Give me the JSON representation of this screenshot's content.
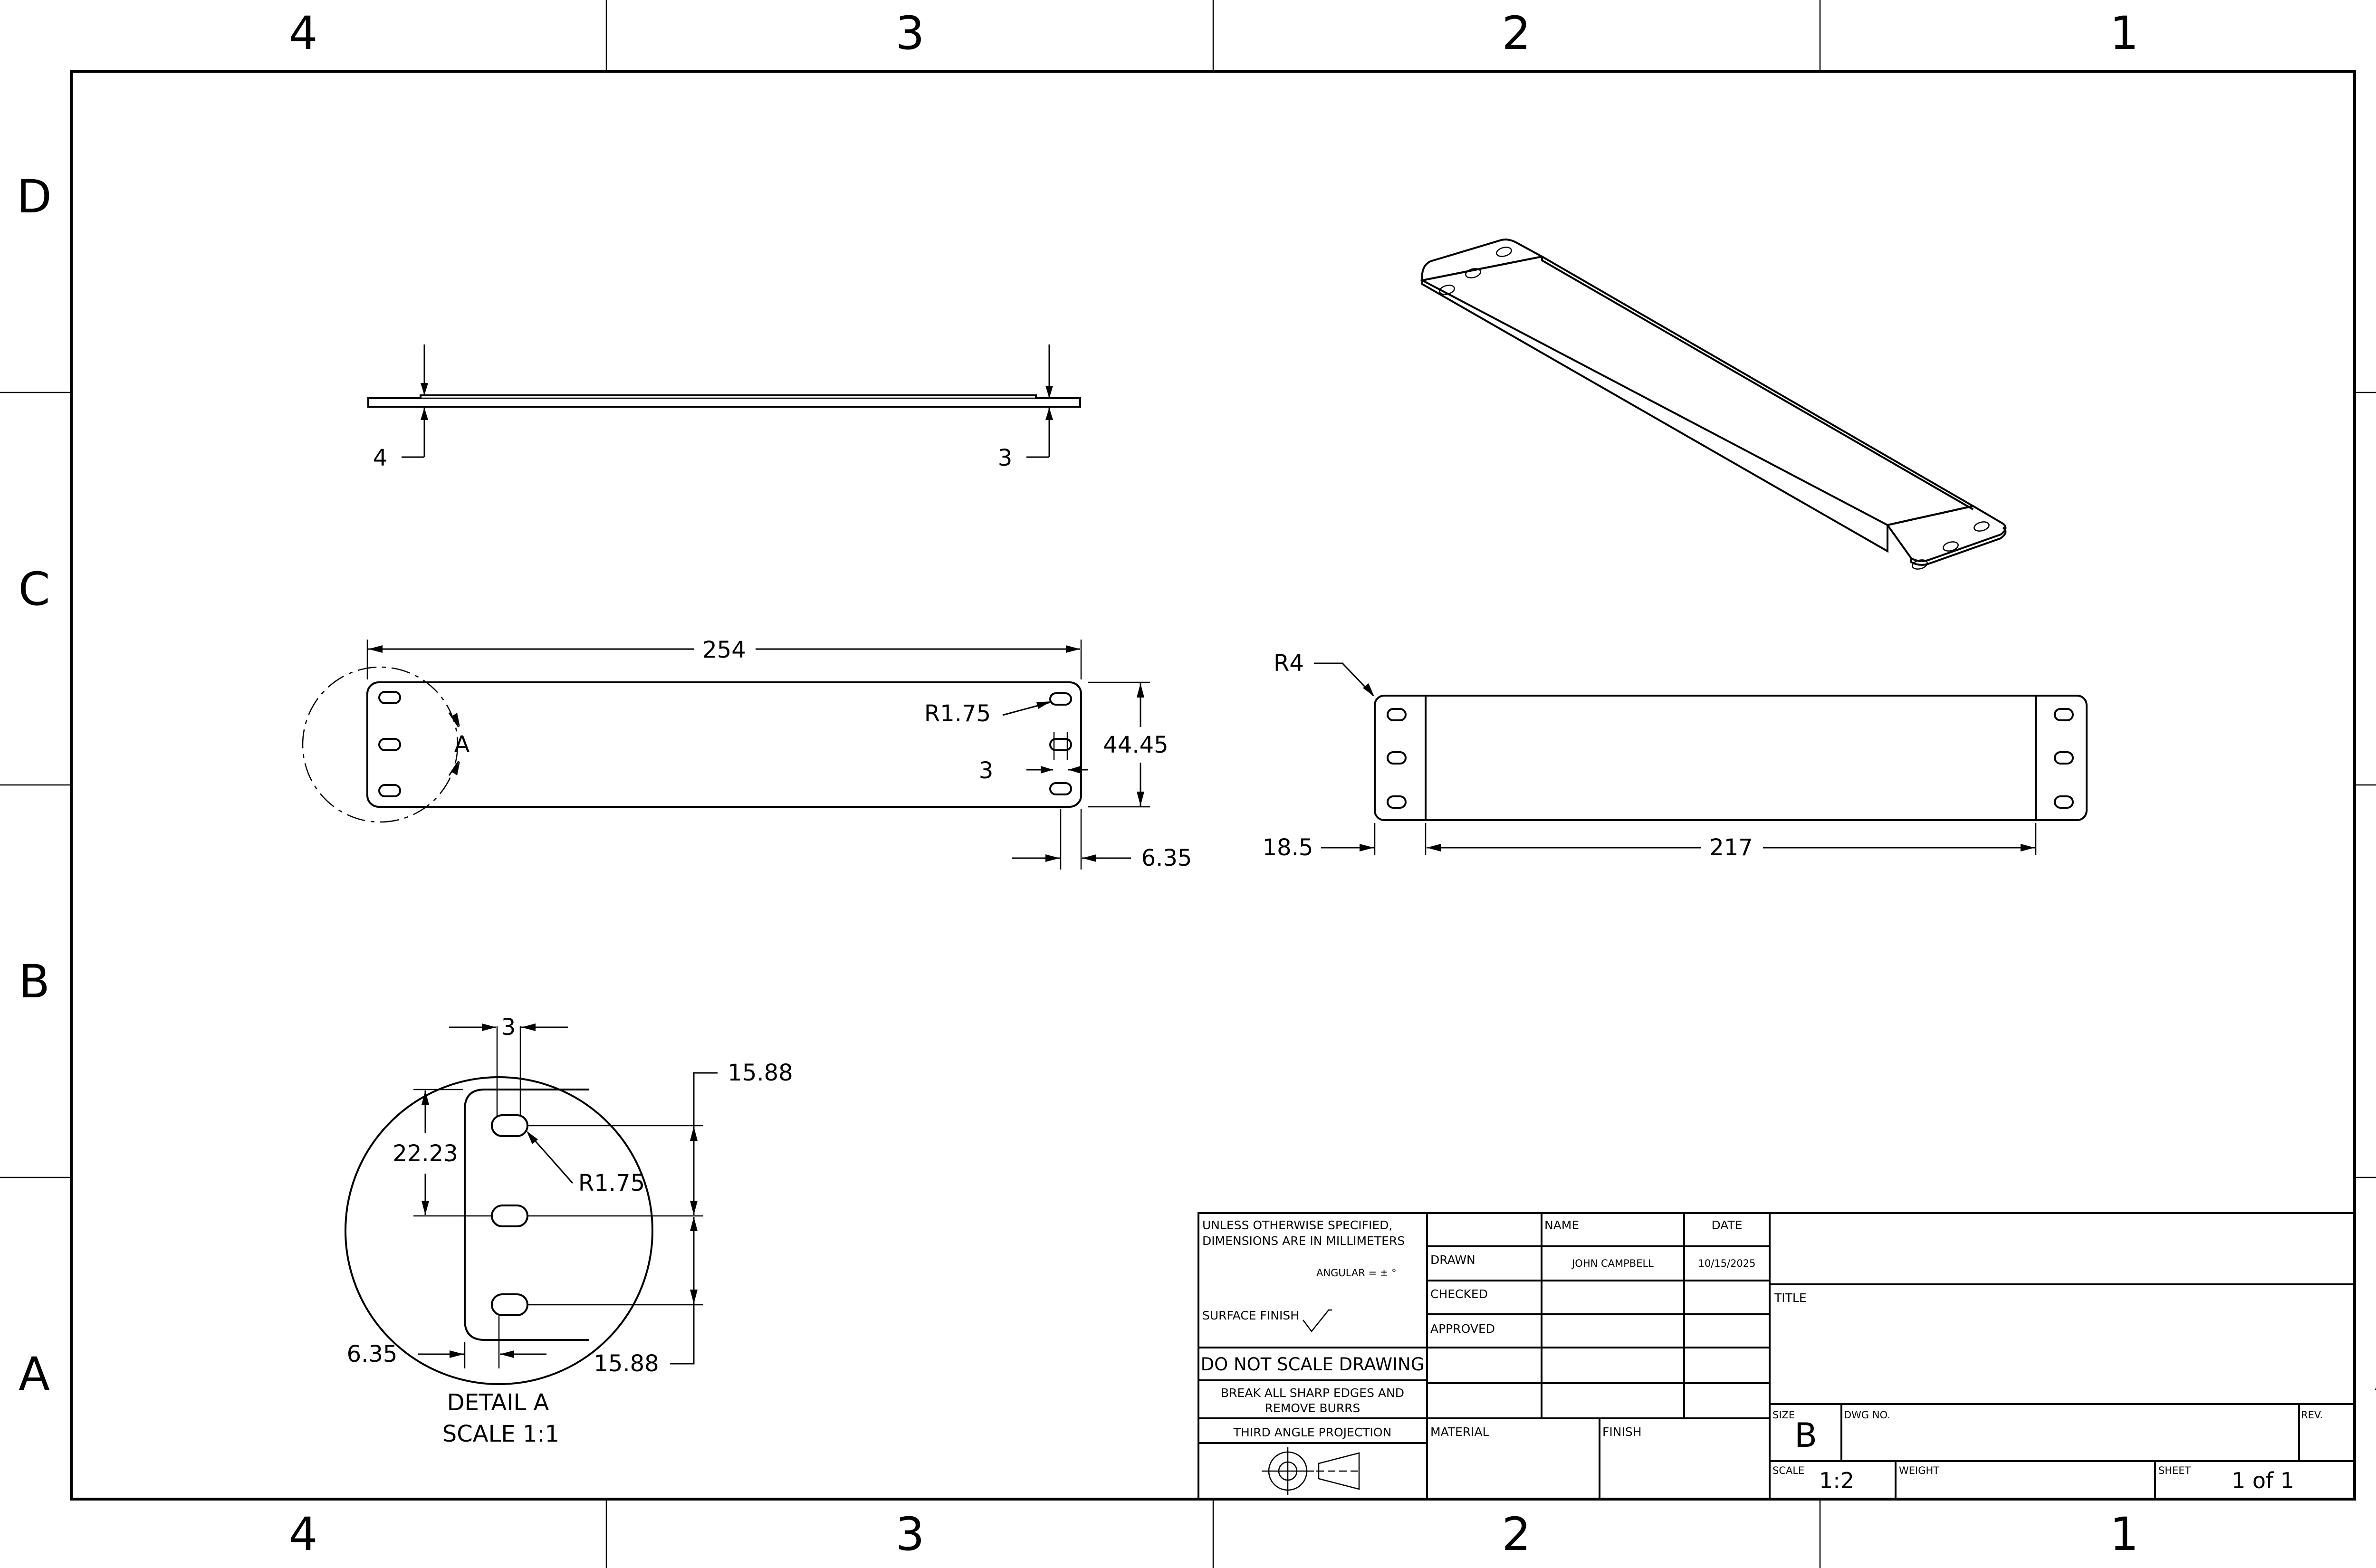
{
  "zones": {
    "columns": [
      "4",
      "3",
      "2",
      "1"
    ],
    "rows": [
      "D",
      "C",
      "B",
      "A"
    ]
  },
  "views": {
    "side": {
      "dim_left": "4",
      "dim_right": "3"
    },
    "front": {
      "length": "254",
      "height": "44.45",
      "slot_radius": "R1.75",
      "slot_width": "3",
      "edge_offset": "6.35",
      "detail_label": "A"
    },
    "bottom": {
      "corner_radius": "R4",
      "end_width": "18.5",
      "center_length": "217"
    },
    "detail": {
      "slot_width": "3",
      "slot_pitch_top": "15.88",
      "slot_pitch_bottom": "15.88",
      "slot_offset": "22.23",
      "slot_radius": "R1.75",
      "edge_offset": "6.35",
      "title": "DETAIL A",
      "scale": "SCALE 1:1"
    }
  },
  "title_block": {
    "notes_line1": "UNLESS OTHERWISE SPECIFIED,",
    "notes_line2": "DIMENSIONS ARE IN MILLIMETERS",
    "angular": "ANGULAR = ± °",
    "surface_finish": "SURFACE FINISH",
    "do_not_scale": "DO NOT SCALE DRAWING",
    "break_edges_1": "BREAK ALL SHARP EDGES AND",
    "break_edges_2": "REMOVE BURRS",
    "projection": "THIRD ANGLE PROJECTION",
    "col_name": "NAME",
    "col_date": "DATE",
    "drawn_label": "DRAWN",
    "drawn_name": "JOHN CAMPBELL",
    "drawn_date": "10/15/2025",
    "checked_label": "CHECKED",
    "approved_label": "APPROVED",
    "material_label": "MATERIAL",
    "finish_label": "FINISH",
    "title_label": "TITLE",
    "size_label": "SIZE",
    "size_value": "B",
    "dwg_no_label": "DWG NO.",
    "rev_label": "REV.",
    "scale_label": "SCALE",
    "scale_value": "1:2",
    "weight_label": "WEIGHT",
    "sheet_label": "SHEET",
    "sheet_value": "1 of 1"
  }
}
